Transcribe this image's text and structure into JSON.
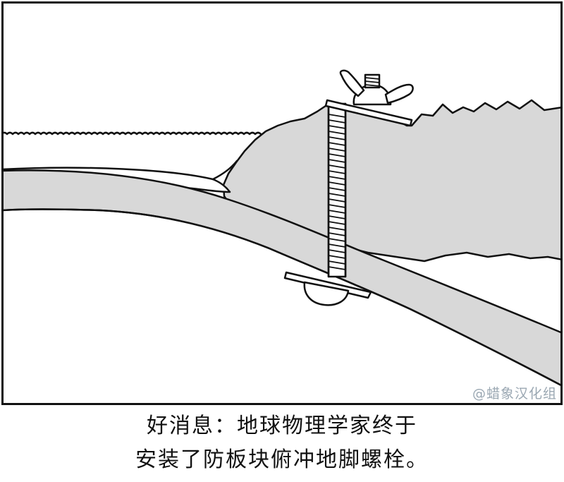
{
  "comic": {
    "illustration": "bolt-through-tectonic-plate",
    "watermark": "@蜡象汉化组",
    "caption": {
      "line1": "好消息：地球物理学家终于",
      "line2": "安装了防板块俯冲地脚螺栓。"
    },
    "colors": {
      "ink": "#111111",
      "plate_fill": "#d8d8d8",
      "background": "#ffffff",
      "watermark": "#9aa7b2"
    }
  }
}
